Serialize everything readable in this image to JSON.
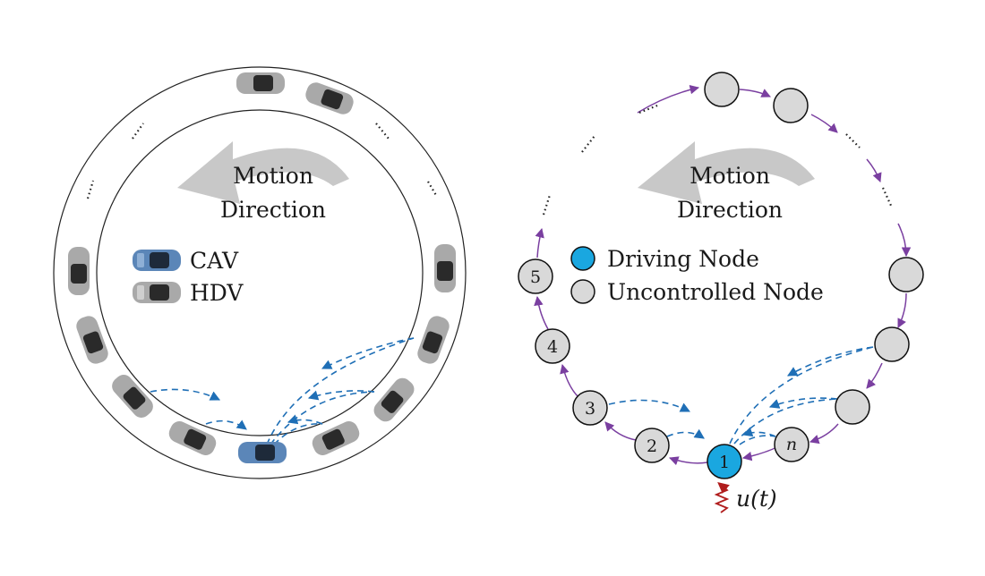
{
  "left_panel": {
    "motion_line1": "Motion",
    "motion_line2": "Direction",
    "legend_cav": "CAV",
    "legend_hdv": "HDV"
  },
  "right_panel": {
    "motion_line1": "Motion",
    "motion_line2": "Direction",
    "legend_driving": "Driving Node",
    "legend_uncontrolled": "Uncontrolled Node",
    "input_label": "u(t)",
    "nodes": [
      {
        "label": "1",
        "driving": true
      },
      {
        "label": "2"
      },
      {
        "label": "3"
      },
      {
        "label": "4"
      },
      {
        "label": "5"
      },
      {
        "label": "n",
        "italic": true
      }
    ]
  },
  "colors": {
    "cav": "#5b86b8",
    "hdv": "#a9a9a9",
    "driving_node": "#1aa7e0",
    "uncontrolled_node": "#d9d9d9",
    "ring_arrow": "#7a3fa0",
    "info_flow": "#1f6fb6",
    "input_signal": "#b01c1c",
    "motion_arrow": "#c8c8c8"
  }
}
